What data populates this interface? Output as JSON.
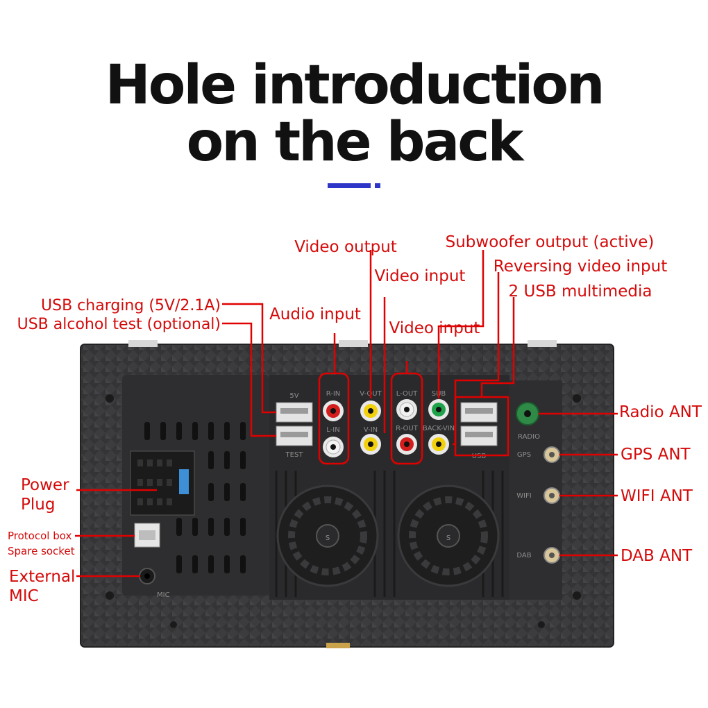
{
  "title": {
    "line1": "Hole introduction",
    "line2": "on the back"
  },
  "colors": {
    "label": "#d40a0a",
    "accent": "#2e36c8",
    "chassis": "#3a3a3c",
    "panel": "#2c2c2e"
  },
  "labels": {
    "video_output": "Video output",
    "video_input_1": "Video input",
    "video_input_2": "Video input",
    "audio_input": "Audio input",
    "subwoofer": "Subwoofer output (active)",
    "reversing_video": "Reversing video input",
    "usb_multimedia": "2 USB multimedia",
    "usb_charging": "USB charging (5V/2.1A)",
    "usb_alcohol": "USB alcohol test (optional)",
    "power_plug_1": "Power",
    "power_plug_2": "Plug",
    "protocol_box_1": "Protocol box",
    "protocol_box_2": "Spare socket",
    "external_mic_1": "External",
    "external_mic_2": "MIC",
    "radio_ant": "Radio ANT",
    "gps_ant": "GPS ANT",
    "wifi_ant": "WIFI ANT",
    "dab_ant": "DAB ANT"
  },
  "silkscreen": {
    "usb_5v": "5V",
    "usb_test": "TEST",
    "r_in": "R-IN",
    "l_in": "L-IN",
    "v_out": "V-OUT",
    "v_in": "V-IN",
    "l_out": "L-OUT",
    "r_out": "R-OUT",
    "sub": "SUB",
    "back_vin": "BACK-VIN",
    "usb": "USB",
    "radio": "RADIO",
    "gps": "GPS",
    "wifi": "WIFI",
    "dab": "DAB",
    "mic": "MIC",
    "fan_mark": "S"
  }
}
